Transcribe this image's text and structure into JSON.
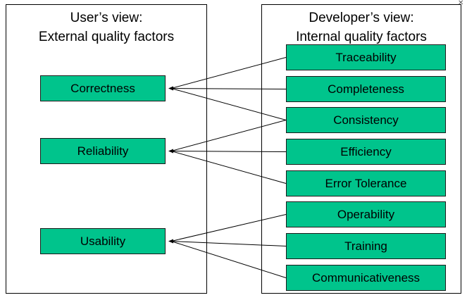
{
  "left_panel": {
    "title_line1": "User’s view:",
    "title_line2": "External quality factors"
  },
  "right_panel": {
    "title_line1": "Developer’s view:",
    "title_line2": "Internal quality factors"
  },
  "external_factors": [
    {
      "id": "correctness",
      "label": "Correctness"
    },
    {
      "id": "reliability",
      "label": "Reliability"
    },
    {
      "id": "usability",
      "label": "Usability"
    }
  ],
  "internal_factors": [
    {
      "id": "traceability",
      "label": "Traceability"
    },
    {
      "id": "completeness",
      "label": "Completeness"
    },
    {
      "id": "consistency",
      "label": "Consistency"
    },
    {
      "id": "efficiency",
      "label": "Efficiency"
    },
    {
      "id": "error-tolerance",
      "label": "Error Tolerance"
    },
    {
      "id": "operability",
      "label": "Operability"
    },
    {
      "id": "training",
      "label": "Training"
    },
    {
      "id": "communicativeness",
      "label": "Communicativeness"
    }
  ],
  "relationships": [
    {
      "from": "traceability",
      "to": "correctness"
    },
    {
      "from": "completeness",
      "to": "correctness"
    },
    {
      "from": "consistency",
      "to": "correctness"
    },
    {
      "from": "consistency",
      "to": "reliability"
    },
    {
      "from": "efficiency",
      "to": "reliability"
    },
    {
      "from": "error-tolerance",
      "to": "reliability"
    },
    {
      "from": "operability",
      "to": "usability"
    },
    {
      "from": "training",
      "to": "usability"
    },
    {
      "from": "communicativeness",
      "to": "usability"
    }
  ],
  "colors": {
    "box_fill": "#00c48c",
    "line": "#000000"
  }
}
